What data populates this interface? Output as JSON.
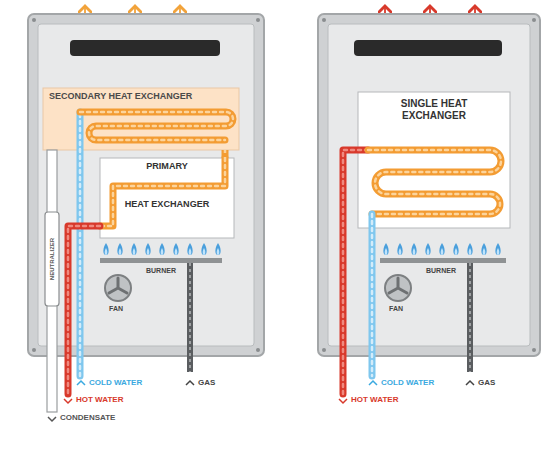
{
  "diagram": {
    "nodes": [
      {
        "text": [
          "SECONDARY HEAT EXCHANGER"
        ]
      },
      {
        "text": [
          "PRIMARY",
          "HEAT EXCHANGER"
        ]
      },
      {
        "text": [
          "SINGLE HEAT EXCHANGER"
        ]
      }
    ],
    "edges": [
      {
        "from": 0,
        "to": 1,
        "arrow": "none"
      }
    ],
    "labels": [
      "BURNER",
      "FAN",
      "NEUTRALIZER",
      "COLD WATER",
      "HOT WATER",
      "CONDENSATE",
      "GAS",
      "BURNER",
      "FAN",
      "COLD WATER",
      "HOT WATER",
      "GAS"
    ]
  }
}
